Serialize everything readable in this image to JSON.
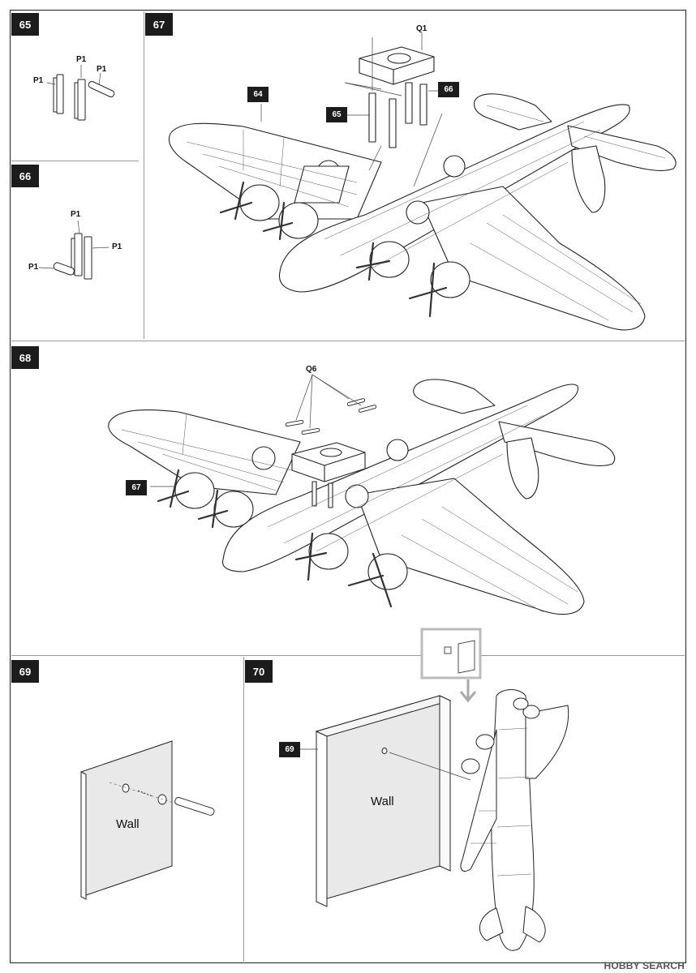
{
  "steps": {
    "s65": "65",
    "s66": "66",
    "s67": "67",
    "s68": "68",
    "s69": "69",
    "s70": "70"
  },
  "callouts": {
    "c64": "64",
    "c65": "65",
    "c66": "66",
    "c67": "67",
    "c69": "69"
  },
  "parts": {
    "p1": "P1",
    "q1": "Q1",
    "q6": "Q6"
  },
  "wall_label": "Wall",
  "watermark": "HOBBY SEARCH",
  "colors": {
    "ink": "#1c1c1c",
    "wall_fill": "#e9e9e9"
  }
}
